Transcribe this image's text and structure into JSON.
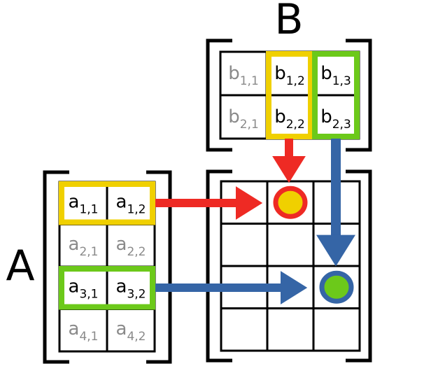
{
  "labels": {
    "matrix_a": "A",
    "matrix_b": "B"
  },
  "colors": {
    "black": "#000000",
    "gray": "#8a8a8a",
    "yellow": "#f0d000",
    "green": "#6cc91a",
    "red": "#ee2a24",
    "blue": "#3565a6"
  },
  "matrix_b": {
    "cells": [
      [
        {
          "base": "b",
          "sub": "1,1",
          "tone": "gray"
        },
        {
          "base": "b",
          "sub": "1,2",
          "tone": "black"
        },
        {
          "base": "b",
          "sub": "1,3",
          "tone": "black"
        }
      ],
      [
        {
          "base": "b",
          "sub": "2,1",
          "tone": "gray"
        },
        {
          "base": "b",
          "sub": "2,2",
          "tone": "black"
        },
        {
          "base": "b",
          "sub": "2,3",
          "tone": "black"
        }
      ]
    ],
    "highlights": [
      {
        "column": 1,
        "color": "yellow"
      },
      {
        "column": 2,
        "color": "green"
      }
    ]
  },
  "matrix_a": {
    "cells": [
      [
        {
          "base": "a",
          "sub": "1,1",
          "tone": "black"
        },
        {
          "base": "a",
          "sub": "1,2",
          "tone": "black"
        }
      ],
      [
        {
          "base": "a",
          "sub": "2,1",
          "tone": "gray"
        },
        {
          "base": "a",
          "sub": "2,2",
          "tone": "gray"
        }
      ],
      [
        {
          "base": "a",
          "sub": "3,1",
          "tone": "black"
        },
        {
          "base": "a",
          "sub": "3,2",
          "tone": "black"
        }
      ],
      [
        {
          "base": "a",
          "sub": "4,1",
          "tone": "gray"
        },
        {
          "base": "a",
          "sub": "4,2",
          "tone": "gray"
        }
      ]
    ],
    "highlights": [
      {
        "row": 0,
        "color": "yellow"
      },
      {
        "row": 2,
        "color": "green"
      }
    ]
  },
  "result": {
    "rows": 4,
    "cols": 3,
    "markers": [
      {
        "row": 0,
        "col": 1,
        "fill": "yellow",
        "ring": "red"
      },
      {
        "row": 2,
        "col": 2,
        "fill": "green",
        "ring": "blue"
      }
    ]
  }
}
